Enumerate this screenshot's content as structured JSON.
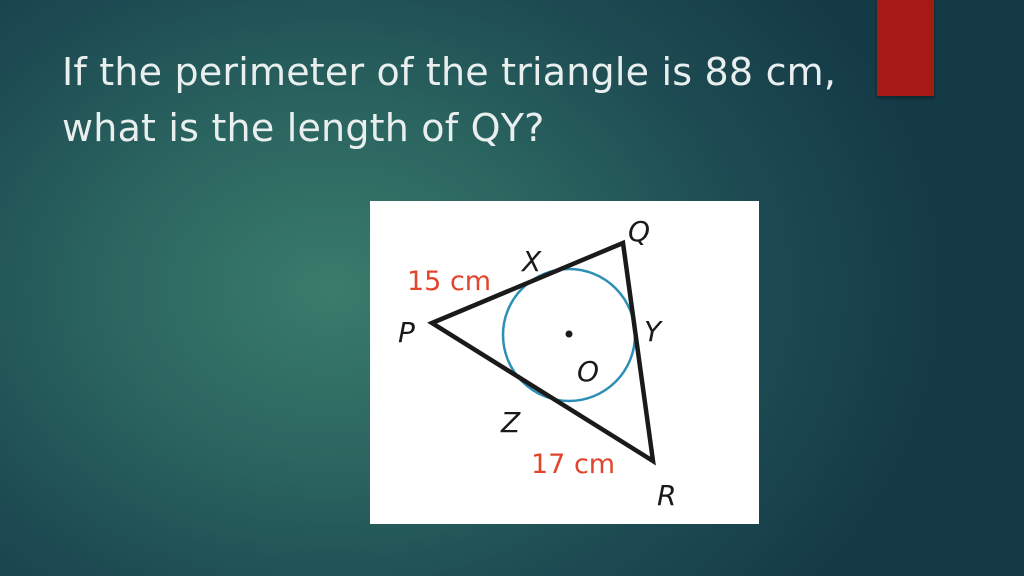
{
  "slide": {
    "title": "If the perimeter of the triangle is 88 cm, what is the length of QY?",
    "accent_color": "#a51a15"
  },
  "figure": {
    "vertices": {
      "p": "P",
      "q": "Q",
      "r": "R"
    },
    "tangent_points": {
      "x": "X",
      "y": "Y",
      "z": "Z"
    },
    "center": "O",
    "measures": {
      "px": "15 cm",
      "rz": "17 cm"
    },
    "colors": {
      "triangle": "#1a1a1a",
      "circle": "#2d8fb5",
      "measure_text": "#e1462c"
    }
  }
}
